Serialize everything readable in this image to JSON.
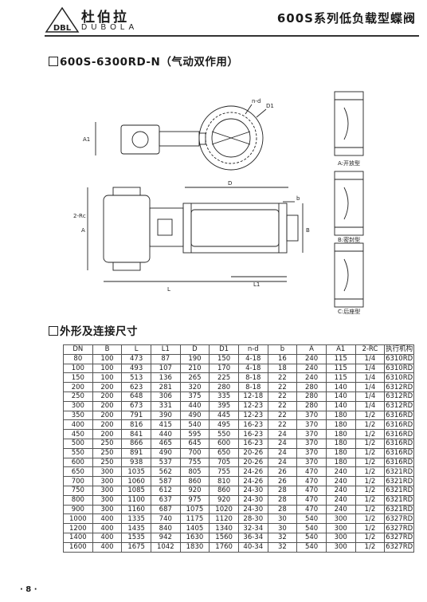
{
  "header": {
    "brand_cn": "杜伯拉",
    "brand_en": "DUBOLA",
    "logo_text": "DBL",
    "title": "600S系列低负载型蝶阀"
  },
  "model_section": {
    "title": "600S-6300RD-N（气动双作用）"
  },
  "drawing": {
    "labels": {
      "nd": "n-d",
      "d1": "D1",
      "a1": "A1",
      "d": "D",
      "b": "b",
      "rc": "2-Rc",
      "a": "A",
      "b2": "B",
      "l": "L",
      "l1": "L1"
    },
    "variants": [
      "A:开放型",
      "B:密封型",
      "C:后座型"
    ]
  },
  "dimensions_section": {
    "title": "外形及连接尺寸"
  },
  "table": {
    "headers": [
      "DN",
      "B",
      "L",
      "L1",
      "D",
      "D1",
      "n-d",
      "b",
      "A",
      "A1",
      "2-RC",
      "执行机构"
    ],
    "rows": [
      [
        "80",
        "100",
        "473",
        "87",
        "190",
        "150",
        "4-18",
        "16",
        "240",
        "115",
        "1/4",
        "6310RD"
      ],
      [
        "100",
        "100",
        "493",
        "107",
        "210",
        "170",
        "4-18",
        "18",
        "240",
        "115",
        "1/4",
        "6310RD"
      ],
      [
        "150",
        "100",
        "513",
        "136",
        "265",
        "225",
        "8-18",
        "22",
        "240",
        "115",
        "1/4",
        "6310RD"
      ],
      [
        "200",
        "200",
        "623",
        "281",
        "320",
        "280",
        "8-18",
        "22",
        "280",
        "140",
        "1/4",
        "6312RD"
      ],
      [
        "250",
        "200",
        "648",
        "306",
        "375",
        "335",
        "12-18",
        "22",
        "280",
        "140",
        "1/4",
        "6312RD"
      ],
      [
        "300",
        "200",
        "673",
        "331",
        "440",
        "395",
        "12-23",
        "22",
        "280",
        "140",
        "1/4",
        "6312RD"
      ],
      [
        "350",
        "200",
        "791",
        "390",
        "490",
        "445",
        "12-23",
        "22",
        "370",
        "180",
        "1/2",
        "6316RD"
      ],
      [
        "400",
        "200",
        "816",
        "415",
        "540",
        "495",
        "16-23",
        "22",
        "370",
        "180",
        "1/2",
        "6316RD"
      ],
      [
        "450",
        "200",
        "841",
        "440",
        "595",
        "550",
        "16-23",
        "24",
        "370",
        "180",
        "1/2",
        "6316RD"
      ],
      [
        "500",
        "250",
        "866",
        "465",
        "645",
        "600",
        "16-23",
        "24",
        "370",
        "180",
        "1/2",
        "6316RD"
      ],
      [
        "550",
        "250",
        "891",
        "490",
        "700",
        "650",
        "20-26",
        "24",
        "370",
        "180",
        "1/2",
        "6316RD"
      ],
      [
        "600",
        "250",
        "938",
        "537",
        "755",
        "705",
        "20-26",
        "24",
        "370",
        "180",
        "1/2",
        "6316RD"
      ],
      [
        "650",
        "300",
        "1035",
        "562",
        "805",
        "755",
        "24-26",
        "26",
        "470",
        "240",
        "1/2",
        "6321RD"
      ],
      [
        "700",
        "300",
        "1060",
        "587",
        "860",
        "810",
        "24-26",
        "26",
        "470",
        "240",
        "1/2",
        "6321RD"
      ],
      [
        "750",
        "300",
        "1085",
        "612",
        "920",
        "860",
        "24-30",
        "28",
        "470",
        "240",
        "1/2",
        "6321RD"
      ],
      [
        "800",
        "300",
        "1100",
        "637",
        "975",
        "920",
        "24-30",
        "28",
        "470",
        "240",
        "1/2",
        "6321RD"
      ],
      [
        "900",
        "300",
        "1160",
        "687",
        "1075",
        "1020",
        "24-30",
        "28",
        "470",
        "240",
        "1/2",
        "6321RD"
      ],
      [
        "1000",
        "400",
        "1335",
        "740",
        "1175",
        "1120",
        "28-30",
        "30",
        "540",
        "300",
        "1/2",
        "6327RD"
      ],
      [
        "1200",
        "400",
        "1435",
        "840",
        "1405",
        "1340",
        "32-34",
        "30",
        "540",
        "300",
        "1/2",
        "6327RD"
      ],
      [
        "1400",
        "400",
        "1535",
        "942",
        "1630",
        "1560",
        "36-34",
        "32",
        "540",
        "300",
        "1/2",
        "6327RD"
      ],
      [
        "1600",
        "400",
        "1675",
        "1042",
        "1830",
        "1760",
        "40-34",
        "32",
        "540",
        "300",
        "1/2",
        "6327RD"
      ]
    ]
  },
  "footer": {
    "page": "· 8 ·"
  }
}
